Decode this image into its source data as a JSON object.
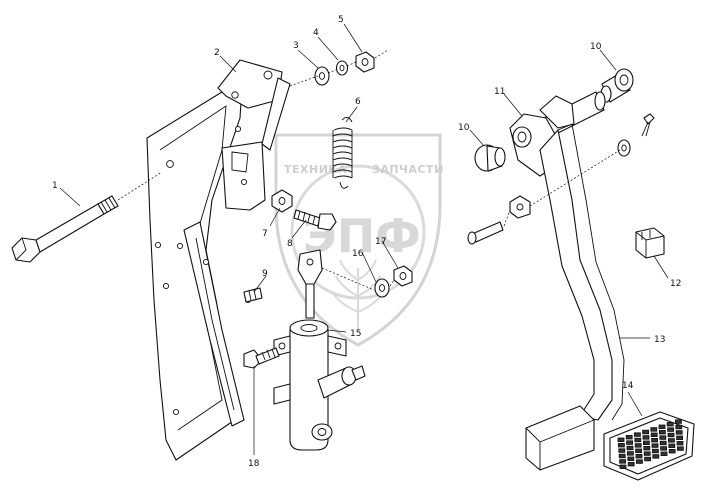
{
  "watermark": {
    "text_left": "ТЕХНИКА",
    "text_right": "ЗАПЧАСТИ",
    "logo": "ЭПФ",
    "color": "#c9c9c9"
  },
  "callouts": [
    {
      "id": "1",
      "label": "1"
    },
    {
      "id": "2",
      "label": "2"
    },
    {
      "id": "3",
      "label": "3"
    },
    {
      "id": "4",
      "label": "4"
    },
    {
      "id": "5",
      "label": "5"
    },
    {
      "id": "6",
      "label": "6"
    },
    {
      "id": "7",
      "label": "7"
    },
    {
      "id": "8",
      "label": "8"
    },
    {
      "id": "9",
      "label": "9"
    },
    {
      "id": "10a",
      "label": "10"
    },
    {
      "id": "10b",
      "label": "10"
    },
    {
      "id": "11",
      "label": "11"
    },
    {
      "id": "12",
      "label": "12"
    },
    {
      "id": "13",
      "label": "13"
    },
    {
      "id": "14",
      "label": "14"
    },
    {
      "id": "15",
      "label": "15"
    },
    {
      "id": "16",
      "label": "16"
    },
    {
      "id": "17",
      "label": "17"
    },
    {
      "id": "18",
      "label": "18"
    }
  ]
}
